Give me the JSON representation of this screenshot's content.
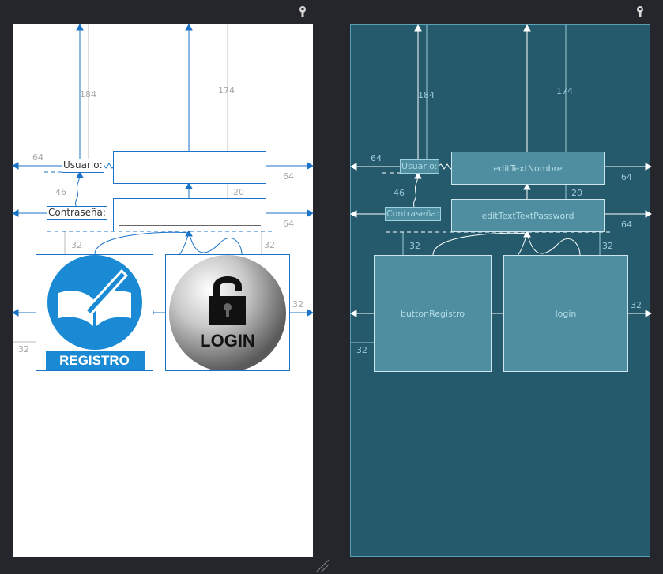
{
  "design_view": {
    "usuario_label": "Usuario:",
    "contrasena_label": "Contraseña:",
    "registro_text": "REGISTRO",
    "login_text": "LOGIN",
    "dims": {
      "top_left": "184",
      "top_right": "174",
      "left_margin_a": "64",
      "right_margin_a": "64",
      "gap_label": "46",
      "gap_fields": "20",
      "right_margin_b": "64",
      "btn_top_left": "32",
      "btn_top_right": "32",
      "btn_right": "32",
      "btn_left_bottom": "32"
    }
  },
  "blueprint_view": {
    "usuario_label": "Usuario:",
    "contrasena_label": "Contraseña:",
    "edit_nombre": "editTextNombre",
    "edit_password": "editTextTextPassword",
    "button_registro": "buttonRegistro",
    "login": "login",
    "dims": {
      "top_left": "184",
      "top_right": "174",
      "left_margin_a": "64",
      "right_margin_a": "64",
      "gap_label": "46",
      "gap_fields": "20",
      "right_margin_b": "64",
      "btn_top_left": "32",
      "btn_top_right": "32",
      "btn_right": "32",
      "btn_left_bottom": "32"
    }
  },
  "icons": [
    "wrench-icon",
    "resize-handle-icon",
    "pen-book-icon",
    "padlock-icon"
  ],
  "colors": {
    "canvas": "#25262b",
    "design_bg": "#ffffff",
    "blueprint_bg": "#245a6b",
    "constraint": "#1a73c7",
    "registro_blue": "#1a8ad4"
  }
}
